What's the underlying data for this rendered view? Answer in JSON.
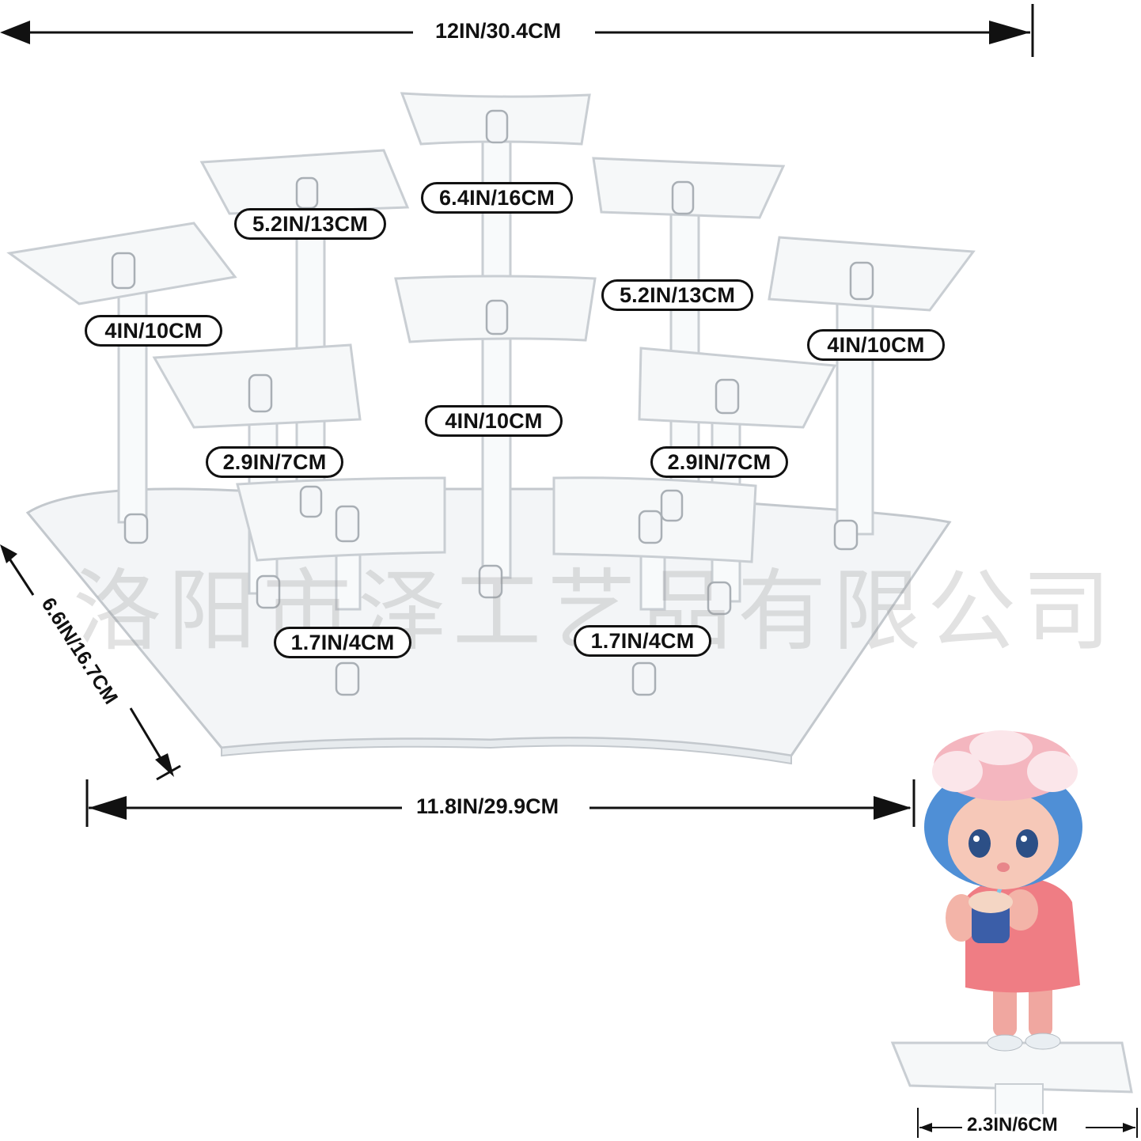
{
  "dimensions": {
    "total_width": "12IN/30.4CM",
    "base_width": "11.8IN/29.9CM",
    "depth": "6.6IN/16.7CM",
    "platform_width": "2.3IN/6CM"
  },
  "heights": {
    "center_top": "6.4IN/16CM",
    "left_back": "5.2IN/13CM",
    "right_back": "5.2IN/13CM",
    "left_outer": "4IN/10CM",
    "right_outer": "4IN/10CM",
    "center_mid": "4IN/10CM",
    "left_mid": "2.9IN/7CM",
    "right_mid": "2.9IN/7CM",
    "left_front": "1.7IN/4CM",
    "right_front": "1.7IN/4CM"
  },
  "watermark": "洛阳市泽工艺品有限公司",
  "colors": {
    "text": "#111111",
    "acrylic_edge": "#c9ced3",
    "acrylic_fill": "#f3f5f7"
  }
}
